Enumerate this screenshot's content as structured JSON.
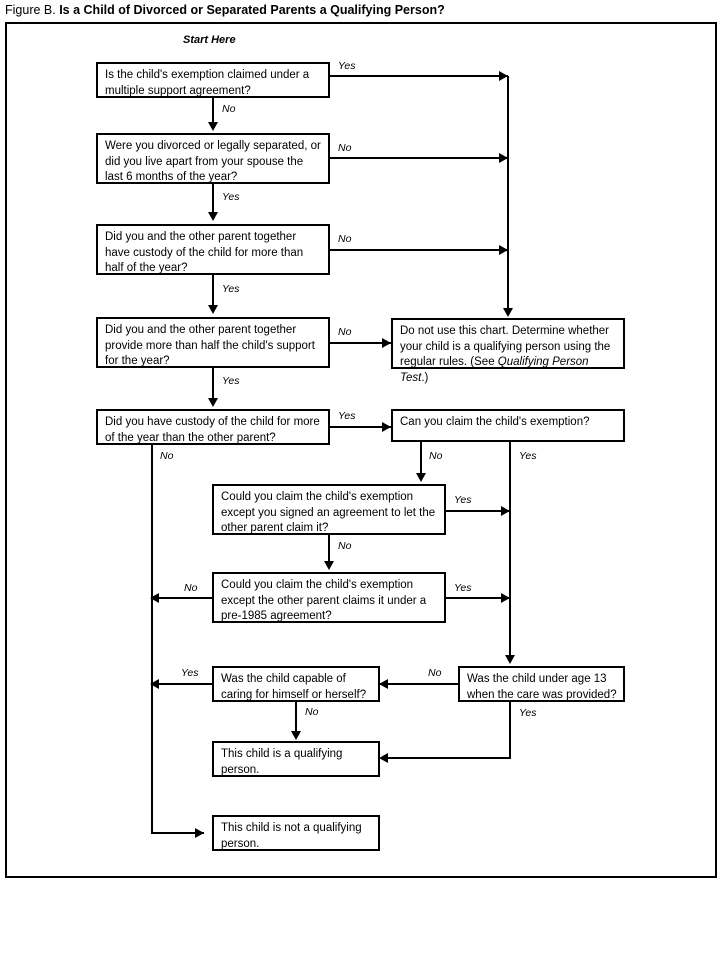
{
  "figure": {
    "label": "Figure B.",
    "title": "Is a Child of Divorced or Separated Parents a Qualifying Person?",
    "start_label": "Start Here"
  },
  "nodes": {
    "q1": "Is the child's exemption claimed under a multiple support agreement?",
    "q2": "Were you divorced or legally separated, or did you live apart from your spouse the last 6 months of the year?",
    "q3": "Did you and the other parent together have custody of the child for more than half of the year?",
    "q4": "Did you and the other parent together provide more than half the child's support for the year?",
    "q5": "Did you have custody of the child for more of the year than the other parent?",
    "q6": "Can you claim the child's exemption?",
    "q7": "Could you claim the child's exemption except you signed an agreement to let the other parent claim it?",
    "q8": "Could you claim the child's exemption except the other parent claims it under a pre-1985 agreement?",
    "q9": "Was the child capable of caring for himself or herself?",
    "q10": "Was the child under age 13 when the care was provided?",
    "out_regular_a": "Do not use this chart. Determine whether your child is a qualifying person using the regular rules. (See ",
    "out_regular_b": "Qualifying Person Test",
    "out_regular_c": ".)",
    "out_qualifying": "This child is a qualifying person.",
    "out_not_qualifying": "This child is not a qualifying person."
  },
  "edges": {
    "q1_yes": "Yes",
    "q1_no": "No",
    "q2_no": "No",
    "q2_yes": "Yes",
    "q3_no": "No",
    "q3_yes": "Yes",
    "q4_no": "No",
    "q4_yes": "Yes",
    "q5_yes": "Yes",
    "q5_no": "No",
    "q6_no": "No",
    "q6_yes": "Yes",
    "q7_yes": "Yes",
    "q7_no": "No",
    "q8_no": "No",
    "q8_yes": "Yes",
    "q9_yes": "Yes",
    "q9_no": "No",
    "q10_no": "No",
    "q10_yes": "Yes"
  },
  "colors": {
    "ink": "#000000",
    "paper": "#ffffff"
  },
  "chart_data": {
    "type": "diagram",
    "title": "Is a Child of Divorced or Separated Parents a Qualifying Person?",
    "flow": [
      {
        "id": "q1",
        "kind": "decision",
        "text": "Is the child's exemption claimed under a multiple support agreement?",
        "yes": "out_regular",
        "no": "q2"
      },
      {
        "id": "q2",
        "kind": "decision",
        "text": "Were you divorced or legally separated, or did you live apart from your spouse the last 6 months of the year?",
        "yes": "q3",
        "no": "out_regular"
      },
      {
        "id": "q3",
        "kind": "decision",
        "text": "Did you and the other parent together have custody of the child for more than half of the year?",
        "yes": "q4",
        "no": "out_regular"
      },
      {
        "id": "q4",
        "kind": "decision",
        "text": "Did you and the other parent together provide more than half the child's support for the year?",
        "yes": "q5",
        "no": "out_regular"
      },
      {
        "id": "q5",
        "kind": "decision",
        "text": "Did you have custody of the child for more of the year than the other parent?",
        "yes": "q6",
        "no": "out_not_qualifying"
      },
      {
        "id": "q6",
        "kind": "decision",
        "text": "Can you claim the child's exemption?",
        "yes": "q10",
        "no": "q7"
      },
      {
        "id": "q7",
        "kind": "decision",
        "text": "Could you claim the child's exemption except you signed an agreement to let the other parent claim it?",
        "yes": "q10",
        "no": "q8"
      },
      {
        "id": "q8",
        "kind": "decision",
        "text": "Could you claim the child's exemption except the other parent claims it under a pre-1985 agreement?",
        "yes": "q10",
        "no": "out_not_qualifying"
      },
      {
        "id": "q10",
        "kind": "decision",
        "text": "Was the child under age 13 when the care was provided?",
        "yes": "out_qualifying",
        "no": "q9"
      },
      {
        "id": "q9",
        "kind": "decision",
        "text": "Was the child capable of caring for himself or herself?",
        "yes": "out_not_qualifying",
        "no": "out_qualifying"
      },
      {
        "id": "out_regular",
        "kind": "terminal",
        "text": "Do not use this chart. Determine whether your child is a qualifying person using the regular rules. (See Qualifying Person Test.)"
      },
      {
        "id": "out_qualifying",
        "kind": "terminal",
        "text": "This child is a qualifying person."
      },
      {
        "id": "out_not_qualifying",
        "kind": "terminal",
        "text": "This child is not a qualifying person."
      }
    ]
  }
}
